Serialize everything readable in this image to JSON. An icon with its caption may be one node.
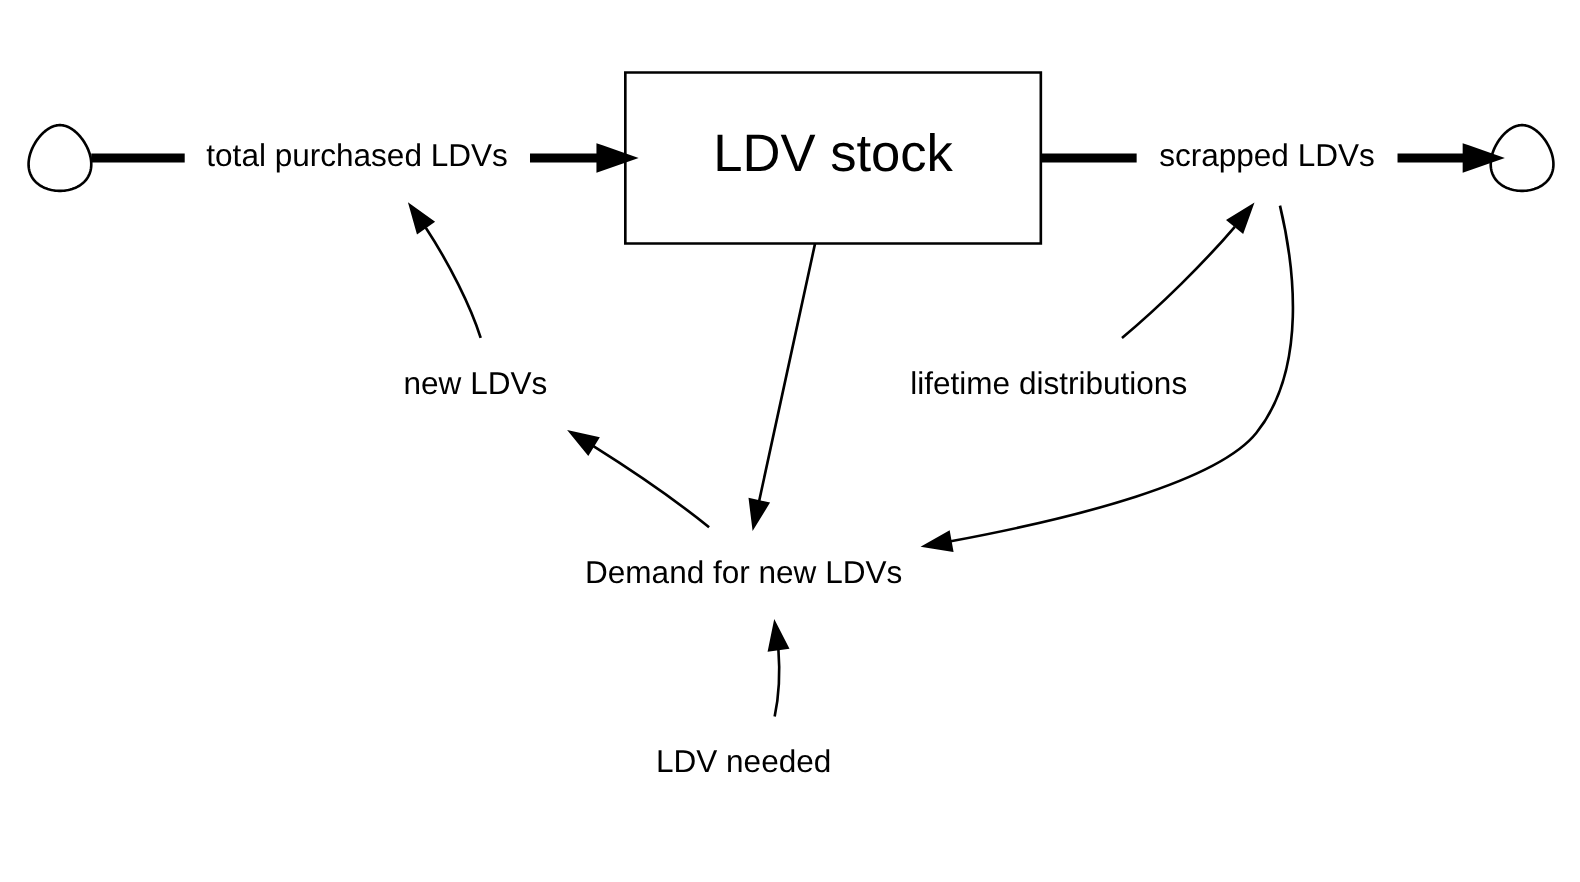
{
  "diagram": {
    "nodes": [
      {
        "text": [],
        "shape": "cloud"
      },
      {
        "text": [
          "total purchased LDVs"
        ]
      },
      {
        "text": [
          "LDV stock"
        ]
      },
      {
        "text": [
          "scrapped LDVs"
        ]
      },
      {
        "text": [],
        "shape": "cloud"
      },
      {
        "text": [
          "lifetime distributions"
        ]
      },
      {
        "text": [
          "new LDVs"
        ]
      },
      {
        "text": [
          "Demand for new LDVs"
        ]
      },
      {
        "text": [
          "LDV needed"
        ]
      }
    ],
    "edges": [
      {
        "from": 0,
        "to": 1,
        "arrow": "none",
        "style": "thick"
      },
      {
        "from": 1,
        "to": 2,
        "arrow": "to",
        "style": "thick"
      },
      {
        "from": 2,
        "to": 3,
        "arrow": "none",
        "style": "thick"
      },
      {
        "from": 3,
        "to": 4,
        "arrow": "to",
        "style": "thick"
      },
      {
        "from": 5,
        "to": 3,
        "arrow": "to"
      },
      {
        "from": 2,
        "to": 7,
        "arrow": "to"
      },
      {
        "from": 3,
        "to": 7,
        "arrow": "to"
      },
      {
        "from": 7,
        "to": 6,
        "arrow": "to"
      },
      {
        "from": 6,
        "to": 1,
        "arrow": "to"
      },
      {
        "from": 8,
        "to": 7,
        "arrow": "to"
      }
    ]
  }
}
